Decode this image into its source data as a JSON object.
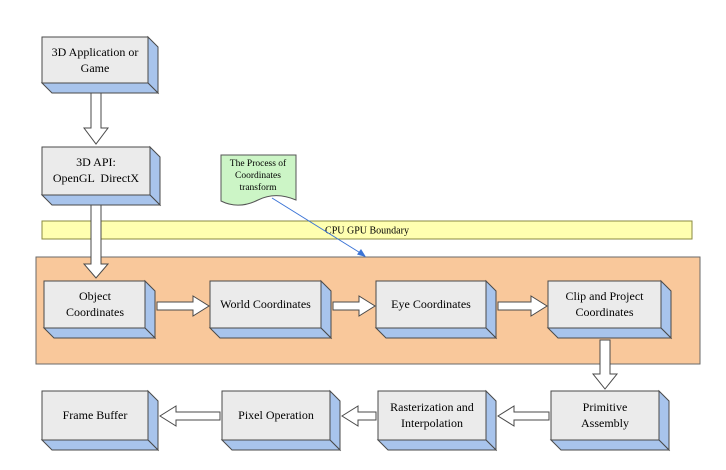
{
  "colors": {
    "box_face": "#ebebeb",
    "box_side": "#a8c4ec",
    "box_stroke": "#4a4a4a",
    "gpu_panel_fill": "#f9c89b",
    "gpu_panel_stroke": "#6a6a6a",
    "boundary_fill": "#ffffb0",
    "boundary_stroke": "#8a8a40",
    "note_fill": "#ccf5c6",
    "note_stroke": "#555555",
    "pointer_line": "#3b74d6"
  },
  "nodes": {
    "app": {
      "line1": "3D Application or",
      "line2": "Game"
    },
    "api": {
      "line1": "3D API:",
      "line2": "OpenGL  DirectX"
    },
    "object_coords": {
      "line1": "Object",
      "line2": "Coordinates"
    },
    "world_coords": {
      "line1": "World Coordinates"
    },
    "eye_coords": {
      "line1": "Eye Coordinates"
    },
    "clip_project": {
      "line1": "Clip and Project",
      "line2": "Coordinates"
    },
    "primitive_assembly": {
      "line1": "Primitive",
      "line2": "Assembly"
    },
    "rasterization": {
      "line1": "Rasterization and",
      "line2": "Interpolation"
    },
    "pixel_operation": {
      "line1": "Pixel Operation"
    },
    "frame_buffer": {
      "line1": "Frame Buffer"
    }
  },
  "note": {
    "line1": "The Process of",
    "line2": "Coordinates",
    "line3": "transform"
  },
  "boundary": {
    "label": "CPU GPU Boundary"
  }
}
